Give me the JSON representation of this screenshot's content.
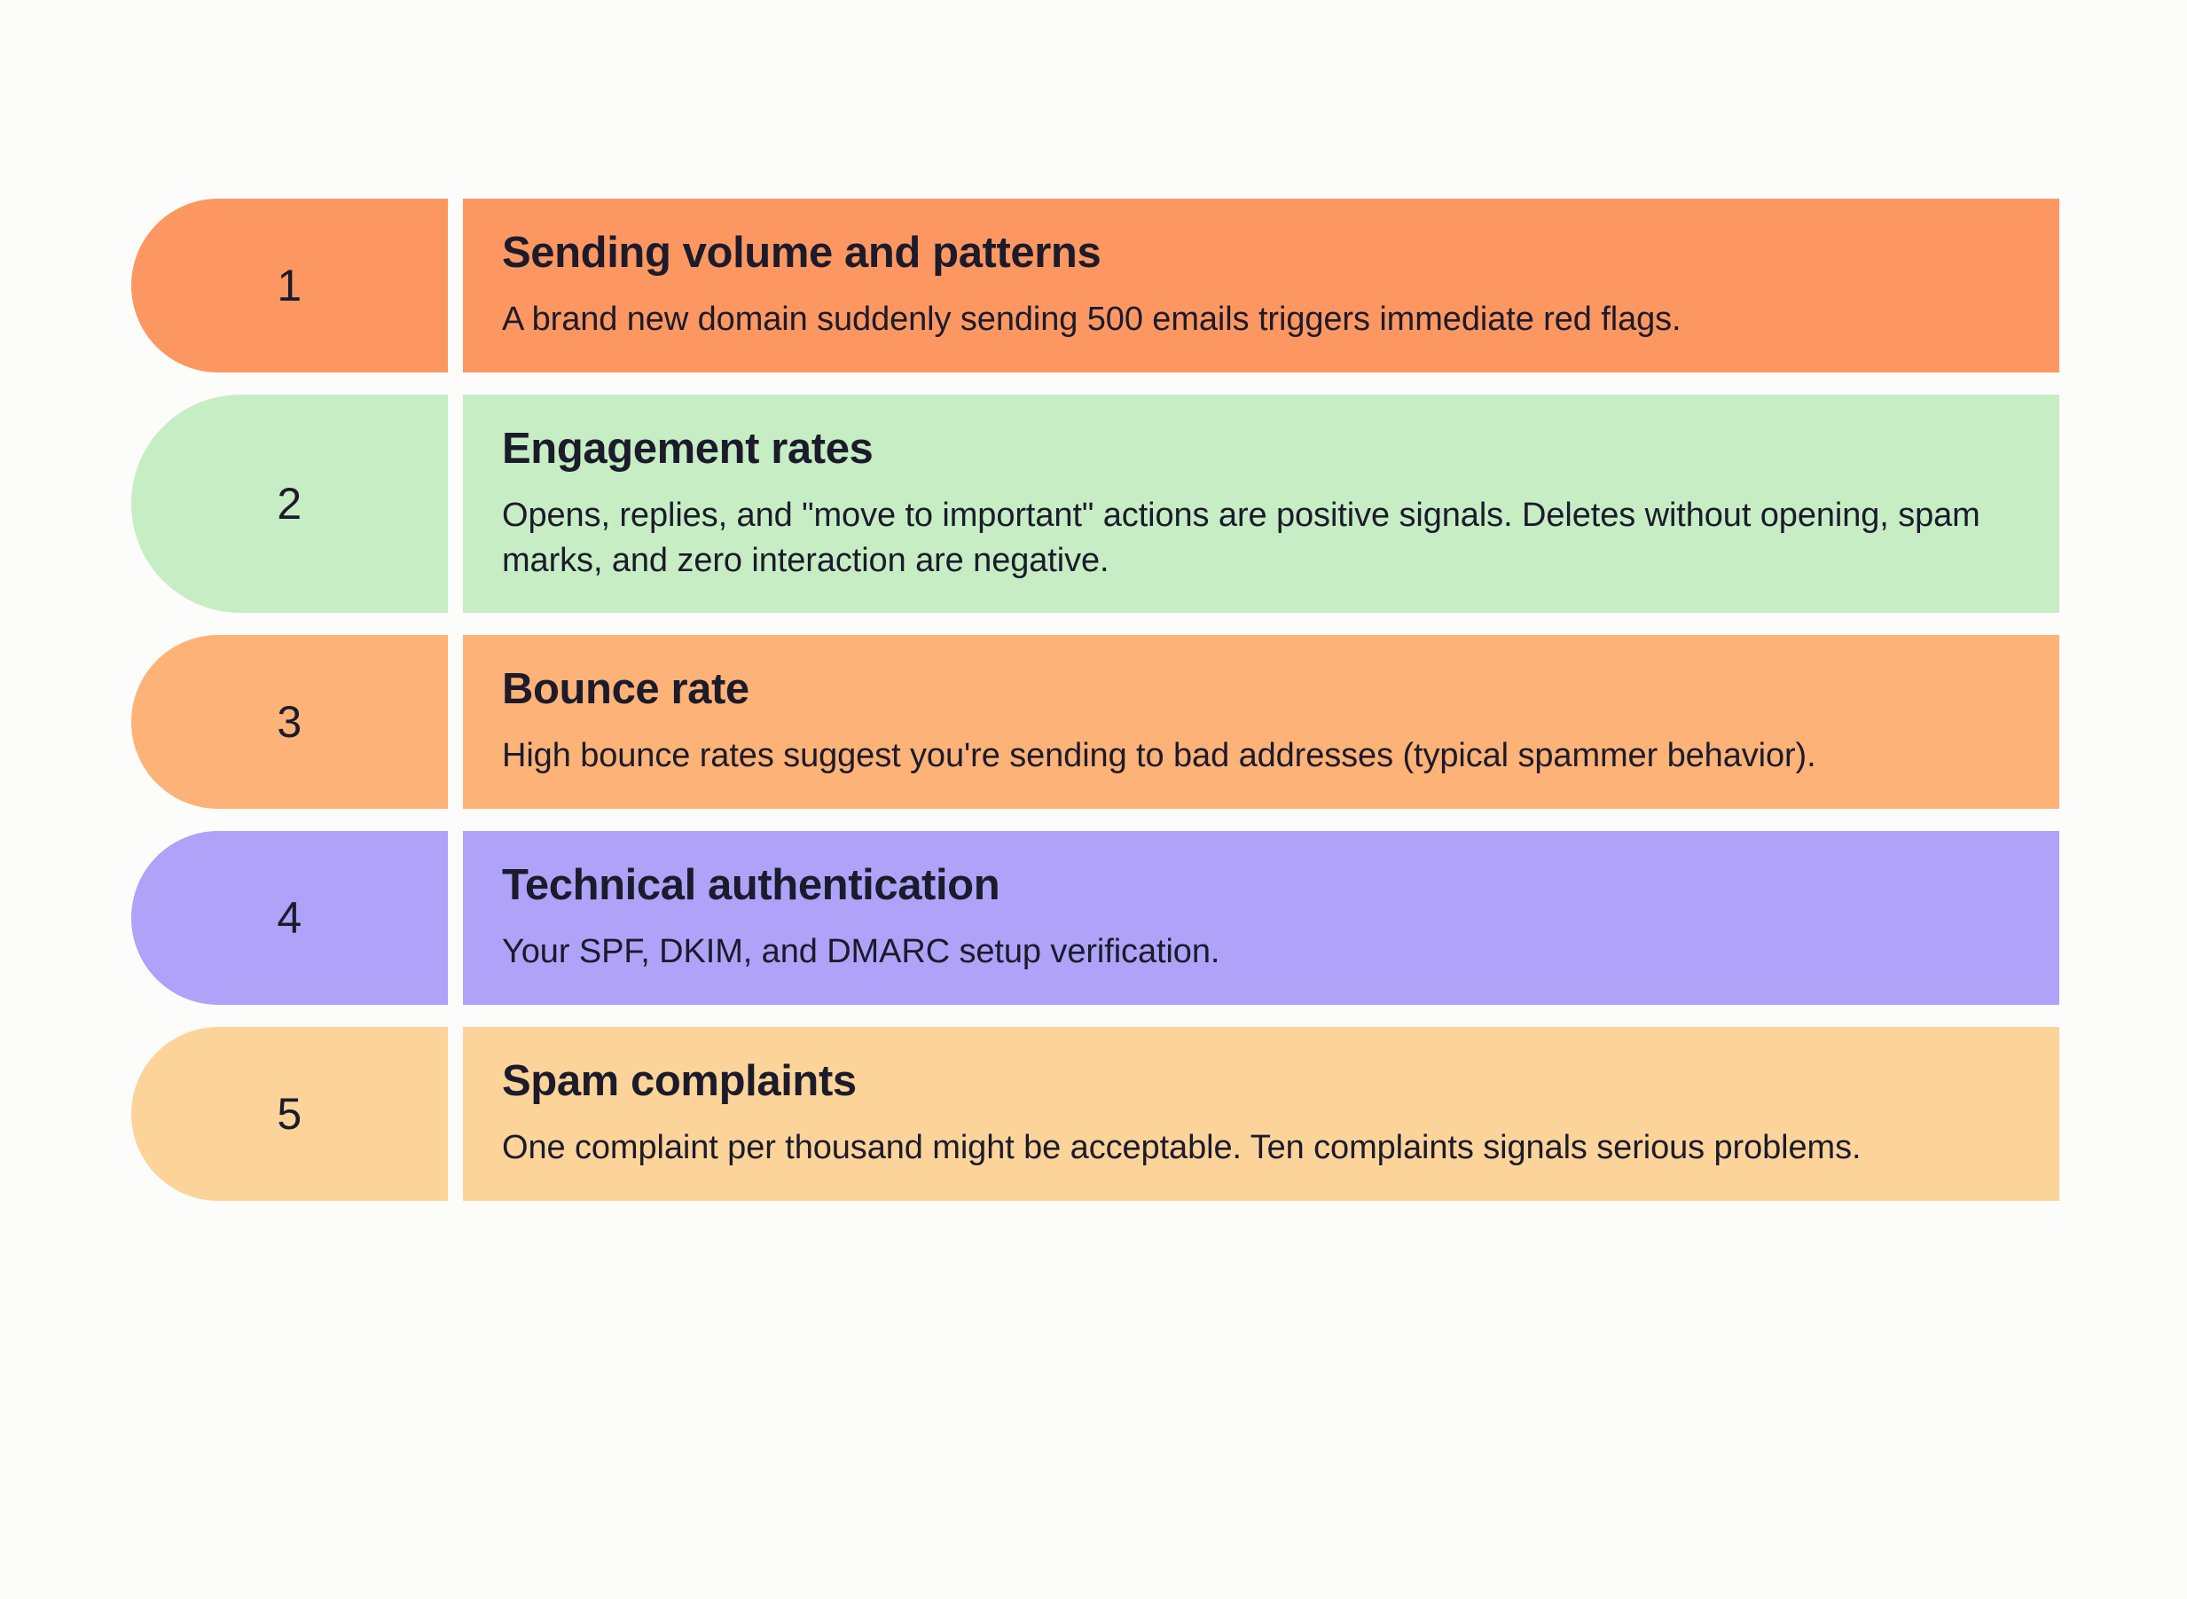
{
  "page": {
    "background_color": "#FCFCFB",
    "text_color": "#1B1B2B"
  },
  "list": {
    "items": [
      {
        "number": "1",
        "title": "Sending volume and patterns",
        "description": "A brand new domain suddenly sending 500 emails triggers immediate red flags.",
        "color": "#FD9761"
      },
      {
        "number": "2",
        "title": "Engagement rates",
        "description": "Opens, replies, and \"move to important\" actions are positive signals. Deletes without opening, spam marks, and zero interaction are negative.",
        "color": "#C6EDC4"
      },
      {
        "number": "3",
        "title": "Bounce rate",
        "description": "High bounce rates suggest you're sending to bad addresses (typical spammer behavior).",
        "color": "#FDB277"
      },
      {
        "number": "4",
        "title": "Technical authentication",
        "description": "Your SPF, DKIM, and DMARC setup verification.",
        "color": "#AFA2F8"
      },
      {
        "number": "5",
        "title": "Spam complaints",
        "description": "One complaint per thousand might be acceptable. Ten complaints signals serious problems.",
        "color": "#FCD49A"
      }
    ]
  }
}
